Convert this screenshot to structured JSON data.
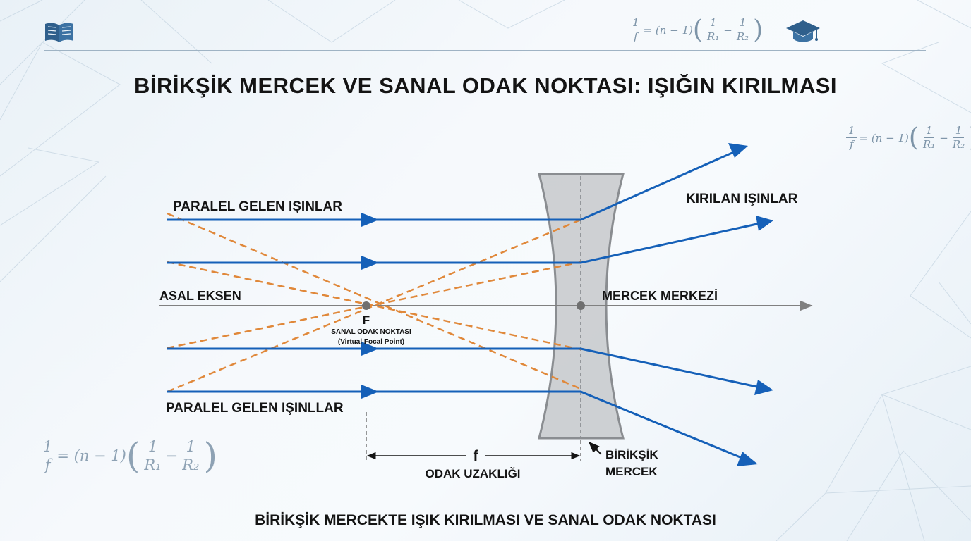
{
  "header": {
    "formula": {
      "lhs_num": "1",
      "lhs_den": "f",
      "mid": "= (n − 1)",
      "t1_num": "1",
      "t1_den": "R₁",
      "minus": "−",
      "t2_num": "1",
      "t2_den": "R₂"
    }
  },
  "title": "BİRİKŞİK MERCEK VE SANAL ODAK NOKTASI: IŞIĞIN KIRILMASI",
  "caption": "BİRİKŞİK MERCEKTE IŞIK KIRILMASI VE SANAL ODAK NOKTASI",
  "labels": {
    "parallel_top": "PARALEL GELEN IŞINLAR",
    "parallel_bottom": "PARALEL GELEN IŞINLLAR",
    "principal_axis": "ASAL EKSEN",
    "focal_letter": "F",
    "virtual_focus_tr": "SANAL ODAK NOKTASI",
    "virtual_focus_en": "(Virtual Focal Point)",
    "refracted": "KIRILAN IŞINLAR",
    "lens_center": "MERCEK MERKEZİ",
    "focal_length_symbol": "f",
    "focal_length_label": "ODAK UZAKLIĞI",
    "lens_name_line1": "BİRİKŞİK",
    "lens_name_line2": "MERCEK"
  },
  "colors": {
    "ray": "#1560b8",
    "construction": "#e0883a",
    "axis": "#808080",
    "lens_fill": "#c9cbce",
    "lens_stroke": "#8a8d91",
    "text": "#141414"
  },
  "icons": {
    "header_left": "book-icon",
    "header_right": "graduation-cap-icon"
  }
}
